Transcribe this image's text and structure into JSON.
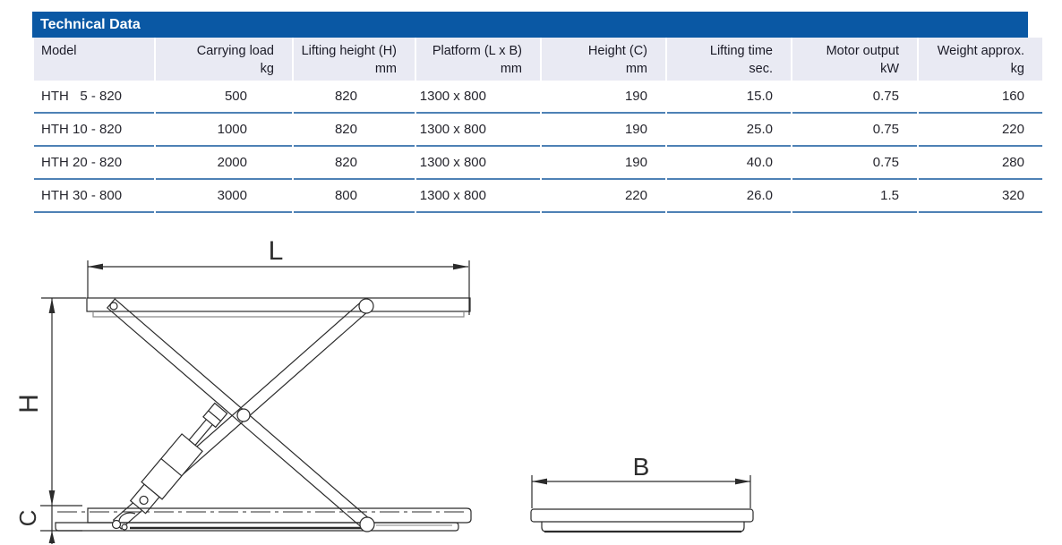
{
  "table": {
    "title": "Technical Data",
    "columns": [
      {
        "label": "Model",
        "unit": ""
      },
      {
        "label": "Carrying load",
        "unit": "kg"
      },
      {
        "label": "Lifting height (H)",
        "unit": "mm"
      },
      {
        "label": "Platform (L x B)",
        "unit": "mm"
      },
      {
        "label": "Height (C)",
        "unit": "mm"
      },
      {
        "label": "Lifting time",
        "unit": "sec."
      },
      {
        "label": "Motor output",
        "unit": "kW"
      },
      {
        "label": "Weight approx.",
        "unit": "kg"
      }
    ],
    "rows": [
      [
        "HTH   5 - 820",
        "500",
        "820",
        "1300 x 800",
        "190",
        "15.0",
        "0.75",
        "160"
      ],
      [
        "HTH 10 - 820",
        "1000",
        "820",
        "1300 x 800",
        "190",
        "25.0",
        "0.75",
        "220"
      ],
      [
        "HTH 20 - 820",
        "2000",
        "820",
        "1300 x 800",
        "190",
        "40.0",
        "0.75",
        "280"
      ],
      [
        "HTH 30 - 800",
        "3000",
        "800",
        "1300 x 800",
        "220",
        "26.0",
        "1.5",
        "320"
      ]
    ]
  },
  "diagram": {
    "labels": {
      "length": "L",
      "lift_height": "H",
      "closed_height": "C",
      "width": "B"
    }
  },
  "colors": {
    "title_bar_blue": "#0a58a4",
    "column_header_bg": "#e9eaf3",
    "row_separator_blue": "#4e81b5",
    "text_dark": "#1a1a26",
    "drawing_line": "#2b2b2b"
  }
}
